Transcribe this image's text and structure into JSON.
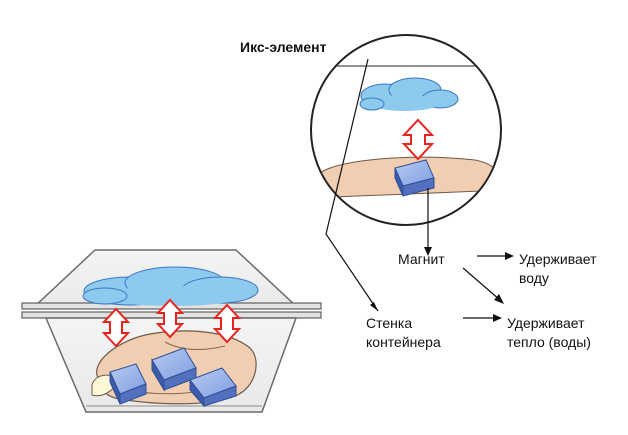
{
  "title": "Икс-элемент",
  "labels": {
    "magnet": "Магнит",
    "wall_line1": "Стенка",
    "wall_line2": "контейнера",
    "holds_water_line1": "Удерживает",
    "holds_water_line2": "воду",
    "holds_heat_line1": "Удерживает",
    "holds_heat_line2": "тепло (воды)"
  },
  "colors": {
    "cloud": "#8ec9ee",
    "magnet": "#6f8fd8",
    "food": "#f1cdb2",
    "arrow_outline": "#e8231f",
    "container_stroke": "#6b6b6b"
  }
}
